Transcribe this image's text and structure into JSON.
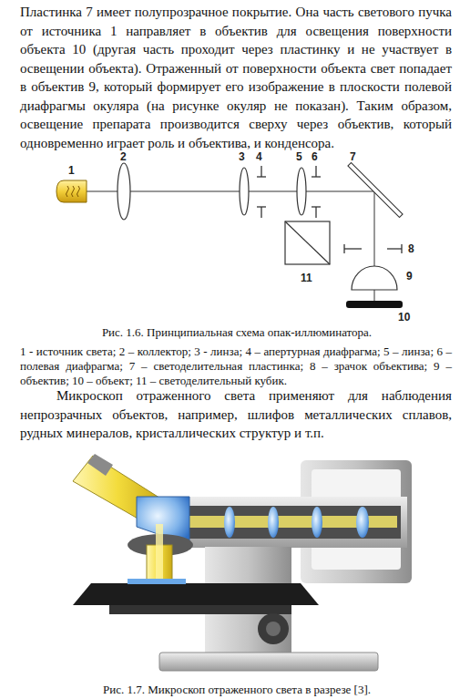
{
  "diagram": {
    "caption": "Рис. 1.6. Принципиальная схема опак-иллюминатора.",
    "labels": [
      "Пластинка 7 имеет полупрозрачное покрытие. Она часть светового пучка от источника 1 направляет в объектив для освещения поверхности объекта 10 (другая часть проходит через пластинку и не участвует в освещении объекта). Отраженный от поверхности объекта свет попадает в объектив 9, который формирует его изображение в плоскости полевой диафрагмы окуляра (на рисунке окуляр не показан). Таким образом, освещение препарата производится сверху через объектив, который одновременно играет роль и объектива, и конденсора.",
      "2",
      "3",
      "4",
      "5",
      "6",
      "7",
      "1",
      "8",
      "11",
      "9",
      "10",
      "1 - источник света; 2 – коллектор; 3 - линза; 4 – апертурная диафрагма; 5 – линза; 6 – полевая диафрагма; 7 – светоделительная пластинка; 8 – зрачок объектива; 9 – объектив; 10 – объект; 11 – светоделительный кубик.",
      "Микроскоп отраженного света применяют для наблюдения непрозрачных объектов, например, шлифов металлических сплавов, рудных минералов, кристаллических структур и т.п.",
      "Рис. 1.7. Микроскоп отраженного света в разрезе [3]."
    ]
  }
}
